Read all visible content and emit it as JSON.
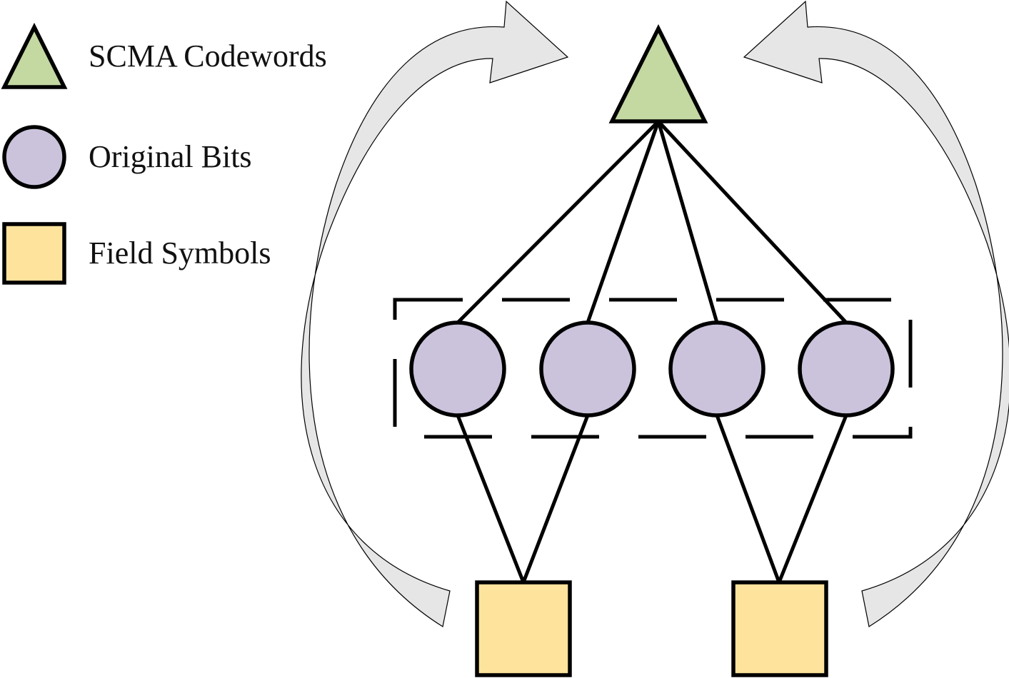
{
  "legend": {
    "codewords_label": "SCMA Codewords",
    "bits_label": "Original Bits",
    "field_label": "Field Symbols"
  },
  "colors": {
    "codeword_fill": "#c4d8a2",
    "bit_fill": "#cbc3dc",
    "field_fill": "#fde39c",
    "arrow_fill": "#e6e6e6",
    "stroke": "#000000"
  },
  "graph": {
    "codewords": [
      "codeword-1"
    ],
    "bits": [
      "bit-1",
      "bit-2",
      "bit-3",
      "bit-4"
    ],
    "field_symbols": [
      "field-symbol-1",
      "field-symbol-2"
    ],
    "edges": [
      {
        "from": "codeword-1",
        "to": "bit-1"
      },
      {
        "from": "codeword-1",
        "to": "bit-2"
      },
      {
        "from": "codeword-1",
        "to": "bit-3"
      },
      {
        "from": "codeword-1",
        "to": "bit-4"
      },
      {
        "from": "bit-1",
        "to": "field-symbol-1"
      },
      {
        "from": "bit-2",
        "to": "field-symbol-1"
      },
      {
        "from": "bit-3",
        "to": "field-symbol-2"
      },
      {
        "from": "bit-4",
        "to": "field-symbol-2"
      }
    ],
    "mapping_arrows": [
      {
        "from": "field-symbol-1",
        "to": "codeword-1"
      },
      {
        "from": "field-symbol-2",
        "to": "codeword-1"
      }
    ]
  }
}
